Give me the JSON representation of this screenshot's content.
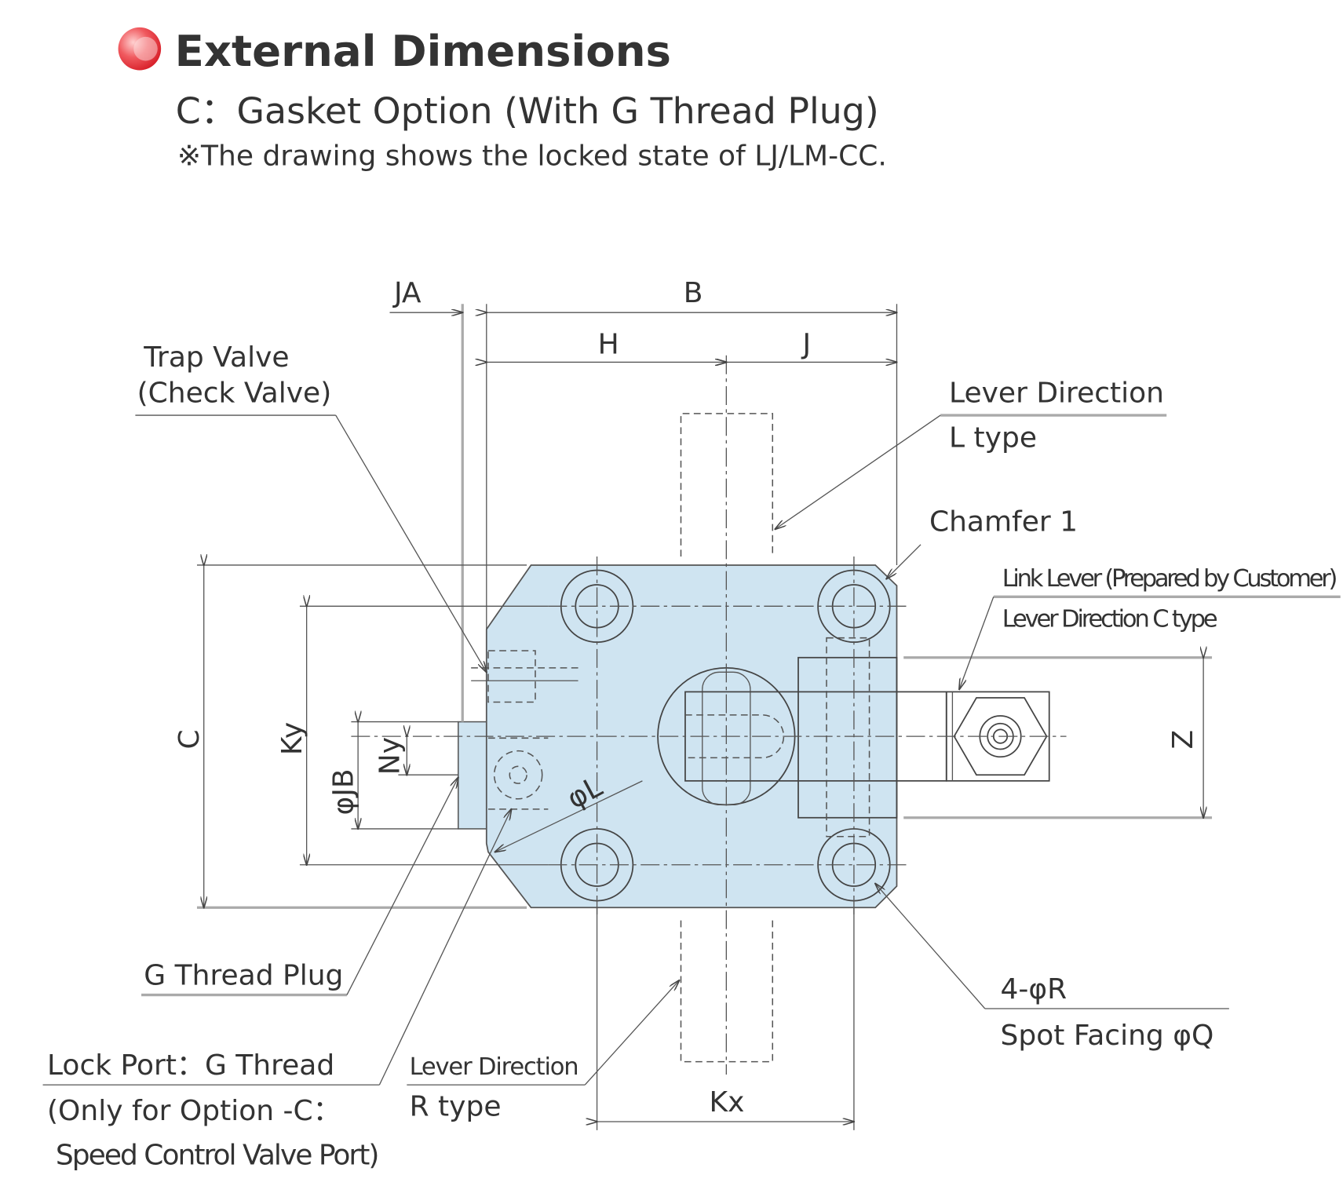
{
  "header": {
    "title": "External Dimensions",
    "subtitle": "C：Gasket Option (With G Thread  Plug)",
    "note": "※The drawing shows the locked state of LJ/LM-CC.",
    "accent_color": "#e8323c"
  },
  "dimensions": {
    "JA": "JA",
    "B": "B",
    "H": "H",
    "J": "J",
    "C": "C",
    "Ky": "Ky",
    "JB": "φJB",
    "Ny": "Ny",
    "L": "φL",
    "Z": "Z",
    "Kx": "Kx"
  },
  "callouts": {
    "trap_valve_1": "Trap Valve",
    "trap_valve_2": "(Check Valve)",
    "lever_l_1": "Lever Direction",
    "lever_l_2": "L type",
    "chamfer": "Chamfer 1",
    "link_lever": "Link Lever (Prepared by Customer)",
    "lever_c": "Lever Direction C type",
    "holes_1": "4-φR",
    "holes_2": "Spot Facing φQ",
    "g_plug": "G Thread Plug",
    "lock_port_1": "Lock Port：G Thread",
    "lock_port_2": "(Only for Option -C：",
    "lock_port_3": "Speed Control Valve Port)",
    "lever_r_1": "Lever Direction",
    "lever_r_2": "R type"
  },
  "colors": {
    "body_fill": "#cfe4f1"
  }
}
